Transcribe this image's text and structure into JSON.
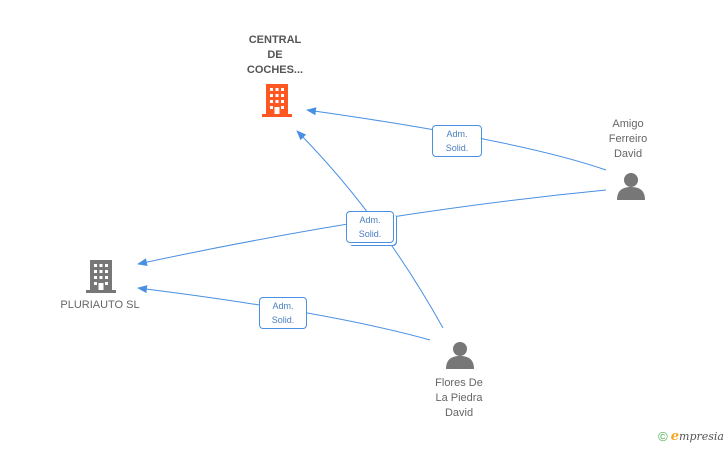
{
  "nodes": {
    "central_de_coches": {
      "label": "CENTRAL\nDE\nCOCHES...",
      "type": "company",
      "color": "#ff5722"
    },
    "pluriauto": {
      "label": "PLURIAUTO SL",
      "type": "company",
      "color": "#777777"
    },
    "amigo_ferreiro": {
      "label": "Amigo\nFerreiro\nDavid",
      "type": "person",
      "color": "#777777"
    },
    "flores_de_la_piedra": {
      "label": "Flores De\nLa Piedra\nDavid",
      "type": "person",
      "color": "#777777"
    }
  },
  "edges": [
    {
      "from": "amigo_ferreiro",
      "to": "central_de_coches",
      "label": "Adm.\nSolid."
    },
    {
      "from": "amigo_ferreiro",
      "to": "pluriauto",
      "label": "Adm.\nSolid."
    },
    {
      "from": "flores_de_la_piedra",
      "to": "central_de_coches",
      "label": "Adm.\nSolid."
    },
    {
      "from": "flores_de_la_piedra",
      "to": "pluriauto",
      "label": "Adm.\nSolid."
    }
  ],
  "colors": {
    "edge": "#4a90e2",
    "company_highlight": "#ff5722",
    "icon_gray": "#777777"
  },
  "watermark": {
    "symbol": "©",
    "brand_initial": "e",
    "brand_rest": "mpresia"
  }
}
